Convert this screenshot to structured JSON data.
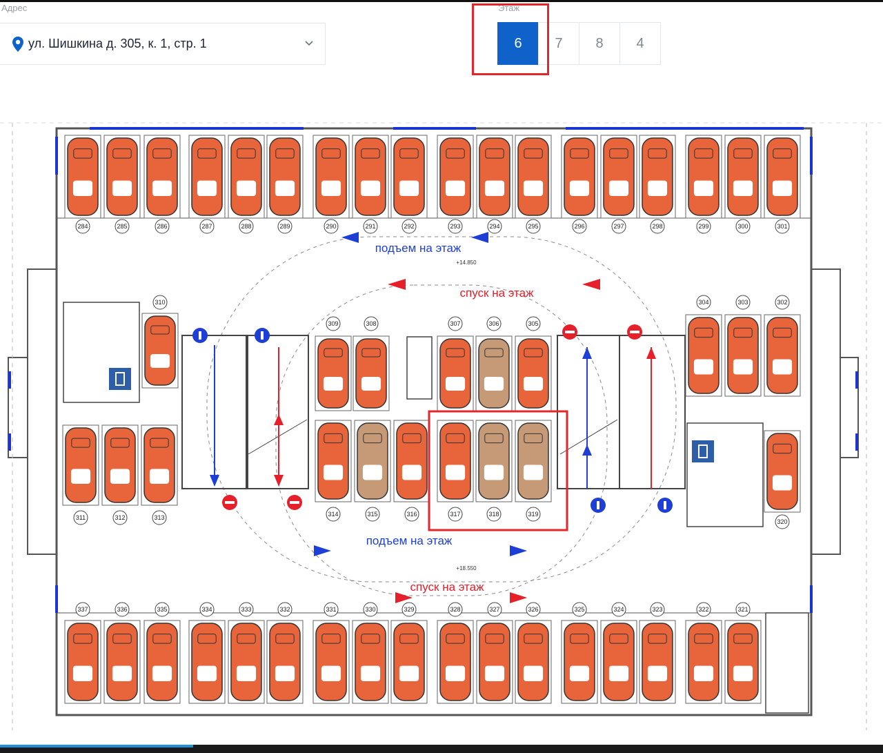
{
  "address": {
    "label": "Адрес",
    "value": "ул. Шишкина д. 305, к. 1, стр. 1"
  },
  "floor": {
    "label": "Этаж",
    "tabs": [
      "6",
      "7",
      "8",
      "4"
    ],
    "active": "6"
  },
  "plan": {
    "top_row_numbers": [
      "284",
      "285",
      "286",
      "287",
      "288",
      "289",
      "290",
      "291",
      "292",
      "293",
      "294",
      "295",
      "296",
      "297",
      "298",
      "299",
      "300",
      "301"
    ],
    "bottom_row_numbers": [
      "337",
      "336",
      "335",
      "334",
      "333",
      "332",
      "331",
      "330",
      "329",
      "328",
      "327",
      "326",
      "325",
      "324",
      "323",
      "322",
      "321"
    ],
    "center_top_numbers": [
      "309",
      "308",
      "307",
      "306",
      "305"
    ],
    "center_bottom_numbers": [
      "314",
      "315",
      "316",
      "317",
      "318",
      "319"
    ],
    "left_block_numbers": [
      "310",
      "311",
      "312",
      "313"
    ],
    "right_block_numbers": [
      "304",
      "303",
      "302",
      "320"
    ],
    "up_label": "подъем на этаж",
    "down_label": "спуск на этаж",
    "level_mark_1": "+14.850",
    "level_mark_2": "+18.550"
  },
  "colors": {
    "accent": "#0f62c9",
    "car": "#e8643a",
    "car_sold": "#c69a77",
    "highlight": "#e3262a",
    "up_arrow": "#1d3fd6",
    "down_arrow": "#e5202a"
  }
}
